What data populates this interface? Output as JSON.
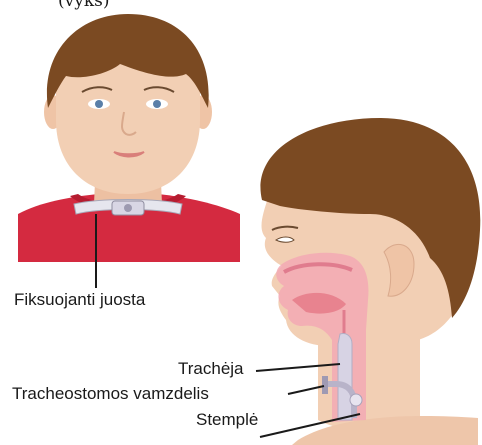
{
  "header": {
    "partial_text": "(vyks)"
  },
  "labels": {
    "fixing_band": "Fiksuojanti juosta",
    "trachea": "Trachėja",
    "tracheostomy_tube": "Tracheostomos vamzdelis",
    "esophagus": "Stemplė"
  },
  "colors": {
    "hair": "#7b4a22",
    "skin": "#f2cfb4",
    "shirt": "#d42a40",
    "collar": "#b51c30",
    "airway_pink": "#f3a9b4",
    "tube": "#c9c4d6",
    "leader_line": "#1a1a1a"
  }
}
